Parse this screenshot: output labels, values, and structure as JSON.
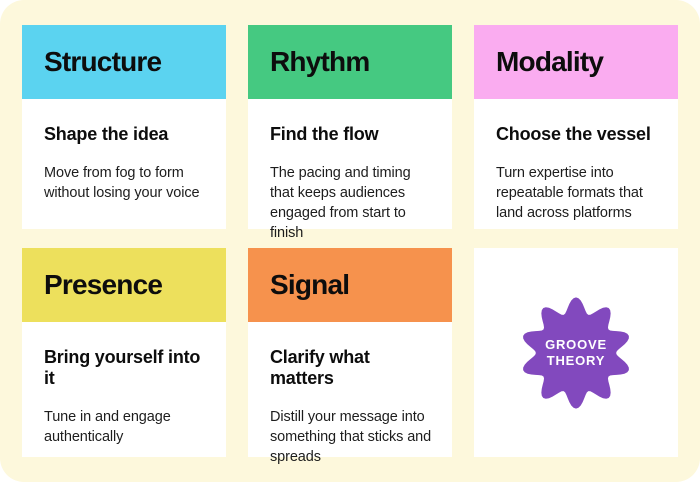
{
  "page": {
    "background_color": "#FDF8DC",
    "card_background_color": "#FFFFFF",
    "title_text_color": "#0D0D0D",
    "body_text_color": "#1D1D1D"
  },
  "cards": [
    {
      "title": "Structure",
      "header_color": "#5BD3F0",
      "subtitle": "Shape the idea",
      "body": "Move from fog to form without losing your voice"
    },
    {
      "title": "Rhythm",
      "header_color": "#45C981",
      "subtitle": "Find the flow",
      "body": "The pacing and timing that keeps audiences engaged from start to finish"
    },
    {
      "title": "Modality",
      "header_color": "#FAACF0",
      "subtitle": "Choose the vessel",
      "body": "Turn expertise into repeatable formats that land across platforms"
    },
    {
      "title": "Presence",
      "header_color": "#EDE05C",
      "subtitle": "Bring yourself into it",
      "body": "Tune in and engage authentically"
    },
    {
      "title": "Signal",
      "header_color": "#F6924D",
      "subtitle": "Clarify what matters",
      "body": "Distill your message into something that sticks and spreads"
    }
  ],
  "badge": {
    "line1": "GROOVE",
    "line2": "THEORY",
    "color": "#8249BE",
    "text_color": "#FFFFFF"
  }
}
